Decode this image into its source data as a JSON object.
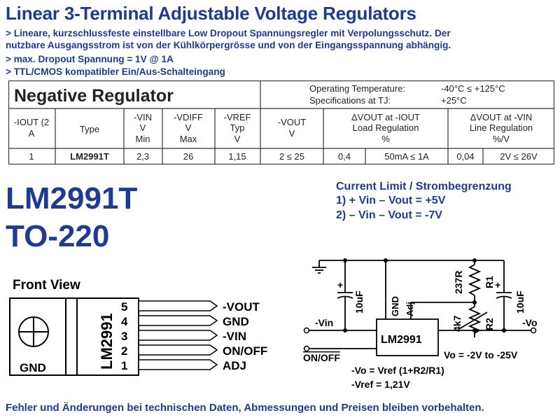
{
  "title": "Linear 3-Terminal Adjustable Voltage Regulators",
  "bullets": [
    "> Lineare, kurzschlussfeste einstellbare Low Dropout Spannungsregler mit  Verpolungsschutz. Der",
    "   nutzbare Ausgangsstrom ist  von der Kühlkörpergrösse und von der Eingangsspannung abhängig.",
    "> max. Dropout Spannung = 1V @ 1A",
    "> TTL/CMOS kompatibler Ein/Aus-Schalteingang"
  ],
  "table": {
    "heading": "Negative Regulator",
    "conditions": {
      "op_temp_label": "Operating Temperature:",
      "op_temp_value": "-40°C ≤ +125°C",
      "spec_label": "Specifications at TJ:",
      "spec_value": "+25°C"
    },
    "headers": {
      "iout": [
        "-IOUT (2",
        "A"
      ],
      "type": "Type",
      "vin": [
        "-VIN",
        "V",
        "Min"
      ],
      "vdiff": [
        "-VDIFF",
        "V",
        "Max"
      ],
      "vref": [
        "-VREF",
        "Typ",
        "V"
      ],
      "vout": [
        "-VOUT",
        "V"
      ],
      "load": [
        "ΔVOUT at -IOUT",
        "Load Regulation",
        "%"
      ],
      "line": [
        "ΔVOUT at -VIN",
        "Line Regulation",
        "%/V"
      ]
    },
    "row": {
      "iout": "1",
      "type": "LM2991T",
      "vin": "2,3",
      "vdiff": "26",
      "vref": "1,15",
      "vout": "2 ≤ 25",
      "load_val": "0,4",
      "load_cond": "50mA ≤ 1A",
      "line_val": "0,04",
      "line_cond": "2V ≤ 26V"
    }
  },
  "part": {
    "name": "LM2991T",
    "package": "TO-220"
  },
  "current_limit": {
    "title": "Current Limit / Strombegrenzung",
    "line1": "1) + Vin – Vout = +5V",
    "line2": "2) – Vin – Vout = -7V"
  },
  "package_view": {
    "label": "Front View",
    "tab_label": "GND",
    "body_text": "LM2991",
    "pins": [
      {
        "num": "5",
        "name": "-VOUT"
      },
      {
        "num": "4",
        "name": "GND"
      },
      {
        "num": "3",
        "name": "-VIN"
      },
      {
        "num": "2",
        "name": "ON/OFF"
      },
      {
        "num": "1",
        "name": "ADJ"
      }
    ]
  },
  "circuit": {
    "ic": "LM2991",
    "cap_in": "10uF",
    "cap_out": "10uF",
    "pin_gnd": "GND",
    "pin_adj": "Adj",
    "r1_value": "237R",
    "r1_name": "R1",
    "r2_value": "4k7",
    "r2_name": "R2",
    "vin_label": "-Vin",
    "vout_label": "-Vo",
    "onoff_label": "ON/OFF",
    "vo_range": "Vo = -2V to -25V",
    "formula1": "-Vo = Vref (1+R2/R1)",
    "formula2": "-Vref = 1,21V"
  },
  "footer": "Fehler und Änderungen bei technischen Daten, Abmessungen und Preisen bleiben vorbehalten."
}
